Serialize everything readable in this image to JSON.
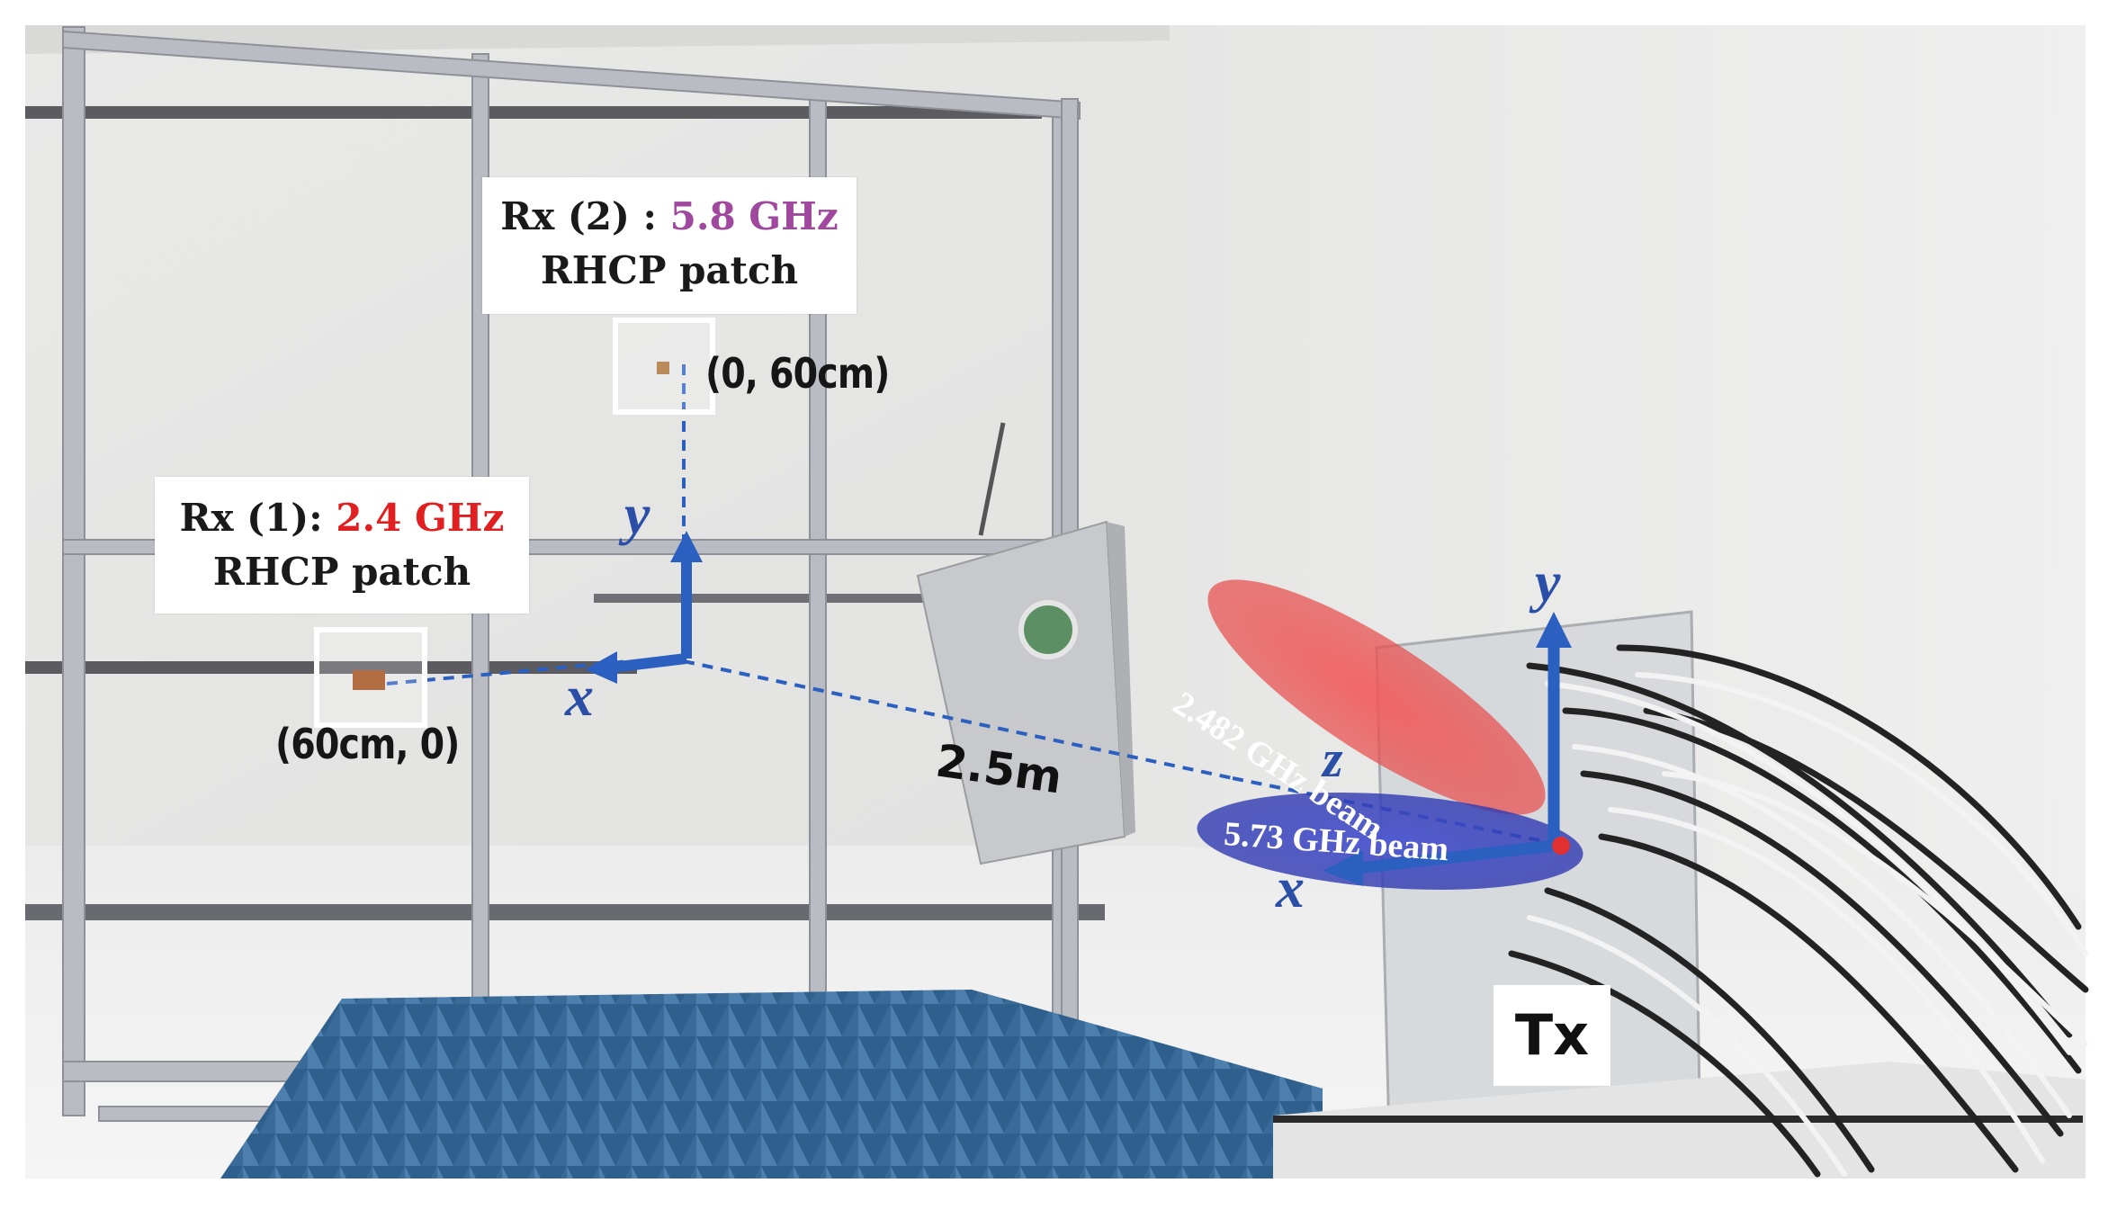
{
  "callouts": {
    "rx2": {
      "line1_prefix": "Rx (2) : ",
      "line1_freq": "5.8 GHz",
      "line2": "RHCP patch"
    },
    "rx1": {
      "line1_prefix": "Rx (1): ",
      "line1_freq": "2.4 GHz",
      "line2": "RHCP patch"
    }
  },
  "coords": {
    "rx2": "(0, 60cm)",
    "rx1": "(60cm, 0)"
  },
  "rx_axes": {
    "y": "y",
    "x": "x"
  },
  "tx_axes": {
    "y": "y",
    "z": "z",
    "x": "x"
  },
  "beams": {
    "beam_2p4": "2.482 GHz beam",
    "beam_5p8": "5.73 GHz beam"
  },
  "distance": "2.5m",
  "tx_label": "Tx",
  "colors": {
    "freq_2p4": "#e02020",
    "freq_5p8": "#a0479e",
    "axis_blue": "#2b5fc0",
    "beam_red": "#e84a4a",
    "beam_blue": "#3340c0",
    "absorber": "#3b6b96"
  }
}
